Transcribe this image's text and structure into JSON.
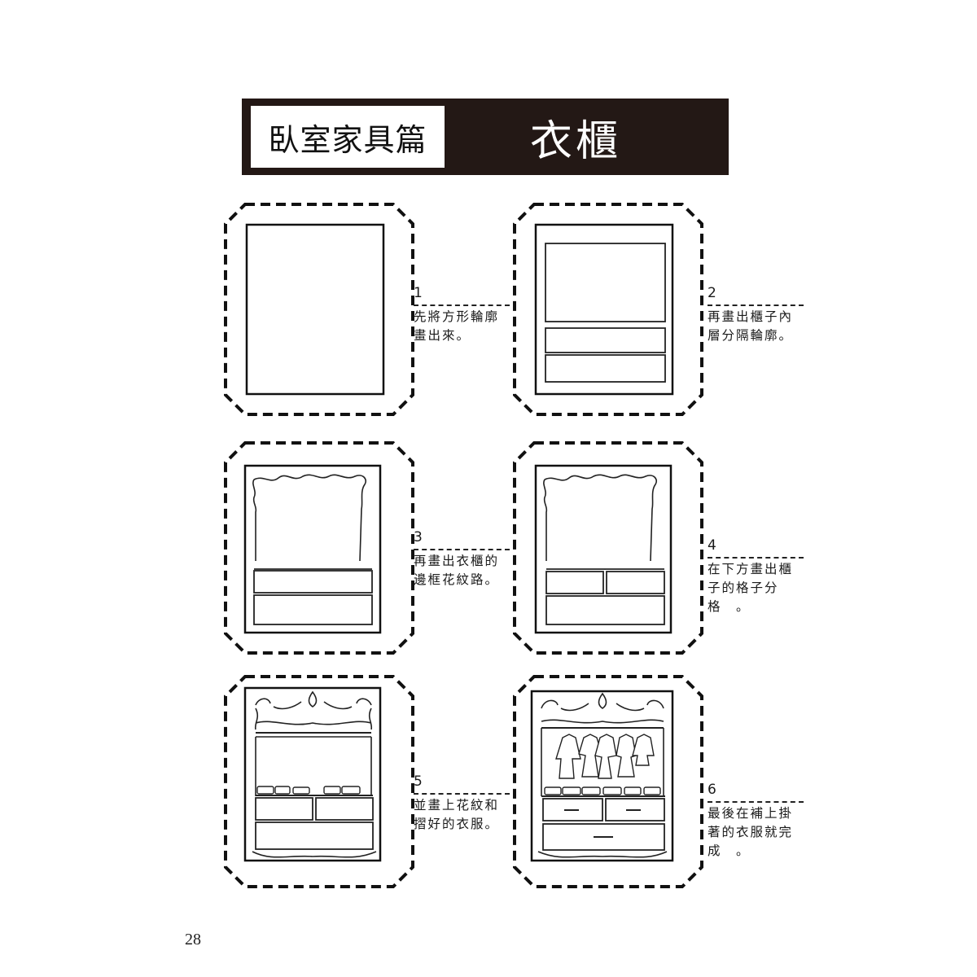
{
  "header": {
    "section_label": "臥室家具篇",
    "topic_title": "衣櫃"
  },
  "steps": [
    {
      "number": "1",
      "text": "先將方形輪廓畫出來。"
    },
    {
      "number": "2",
      "text": "再畫出櫃子內層分隔輪廓。"
    },
    {
      "number": "3",
      "text": "再畫出衣櫃的邊框花紋路。"
    },
    {
      "number": "4",
      "text": "在下方畫出櫃子的格子分格　。"
    },
    {
      "number": "5",
      "text": "並畫上花紋和摺好的衣服。"
    },
    {
      "number": "6",
      "text": "最後在補上掛著的衣服就完成　。"
    }
  ],
  "footer": {
    "page_number": "28"
  }
}
